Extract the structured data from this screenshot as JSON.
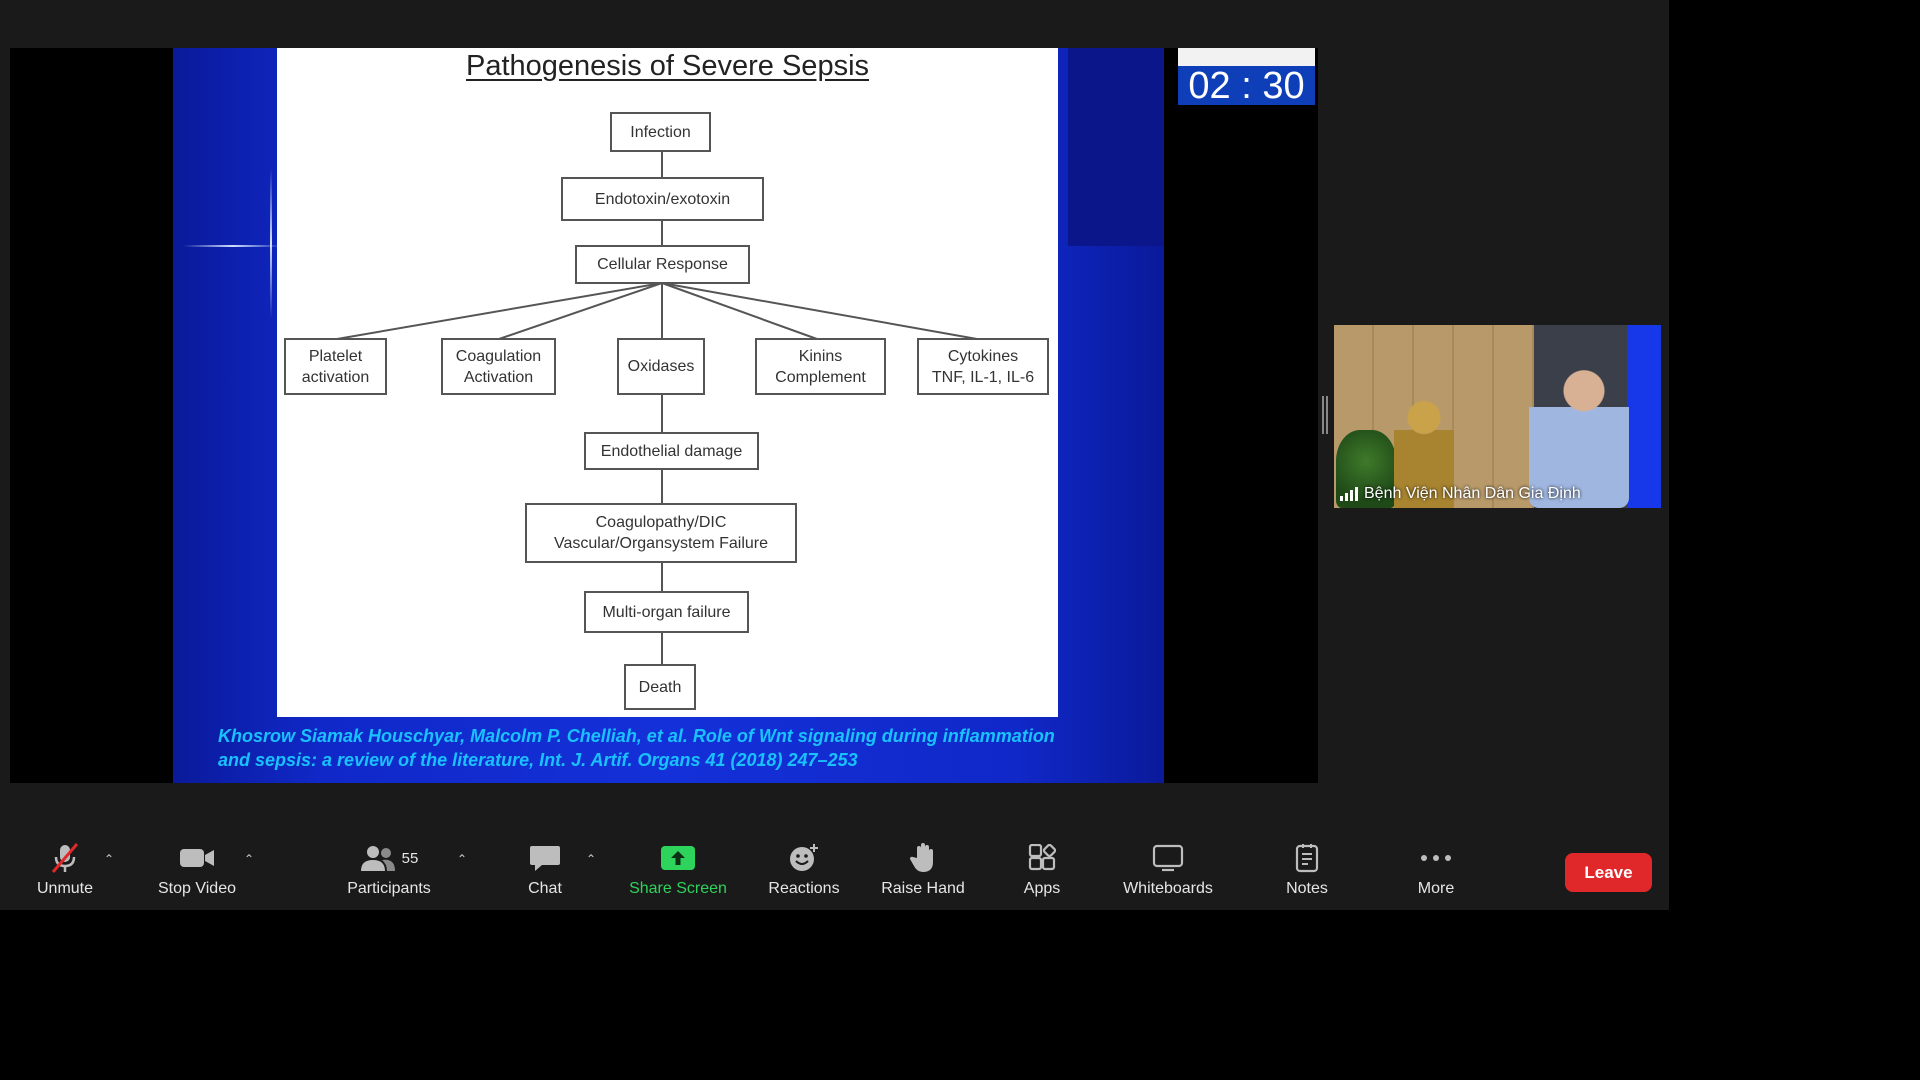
{
  "slide": {
    "title": "Pathogenesis of Severe Sepsis",
    "nodes": {
      "infection": "Infection",
      "endotoxin": "Endotoxin/exotoxin",
      "cellular": "Cellular Response",
      "platelet": "Platelet\nactivation",
      "coagulation": "Coagulation\nActivation",
      "oxidases": "Oxidases",
      "kinins": "Kinins\nComplement",
      "cytokines": "Cytokines\nTNF, IL-1, IL-6",
      "endothelial": "Endothelial damage",
      "coagulopathy": "Coagulopathy/DIC\nVascular/Organsystem Failure",
      "multiorgan": "Multi-organ failure",
      "death": "Death"
    },
    "citation_line1": "Khosrow Siamak Houschyar, Malcolm P. Chelliah, et al. Role of  Wnt signaling during inflammation",
    "citation_line2": "and sepsis: a review of the literature, Int. J. Artif. Organs 41 (2018) 247–253"
  },
  "timer": {
    "display": "02 : 30"
  },
  "video": {
    "participant_name": "Bệnh Viện Nhân Dân Gia Định"
  },
  "toolbar": {
    "unmute_label": "Unmute",
    "stop_video_label": "Stop Video",
    "participants_label": "Participants",
    "participants_count": "55",
    "chat_label": "Chat",
    "share_screen_label": "Share Screen",
    "reactions_label": "Reactions",
    "raise_hand_label": "Raise Hand",
    "apps_label": "Apps",
    "whiteboards_label": "Whiteboards",
    "notes_label": "Notes",
    "more_label": "More",
    "leave_label": "Leave"
  },
  "colors": {
    "share_accent": "#2ed35c",
    "leave": "#e0282a",
    "citation": "#19c2ff",
    "timer_bg": "#0e3fb8"
  }
}
